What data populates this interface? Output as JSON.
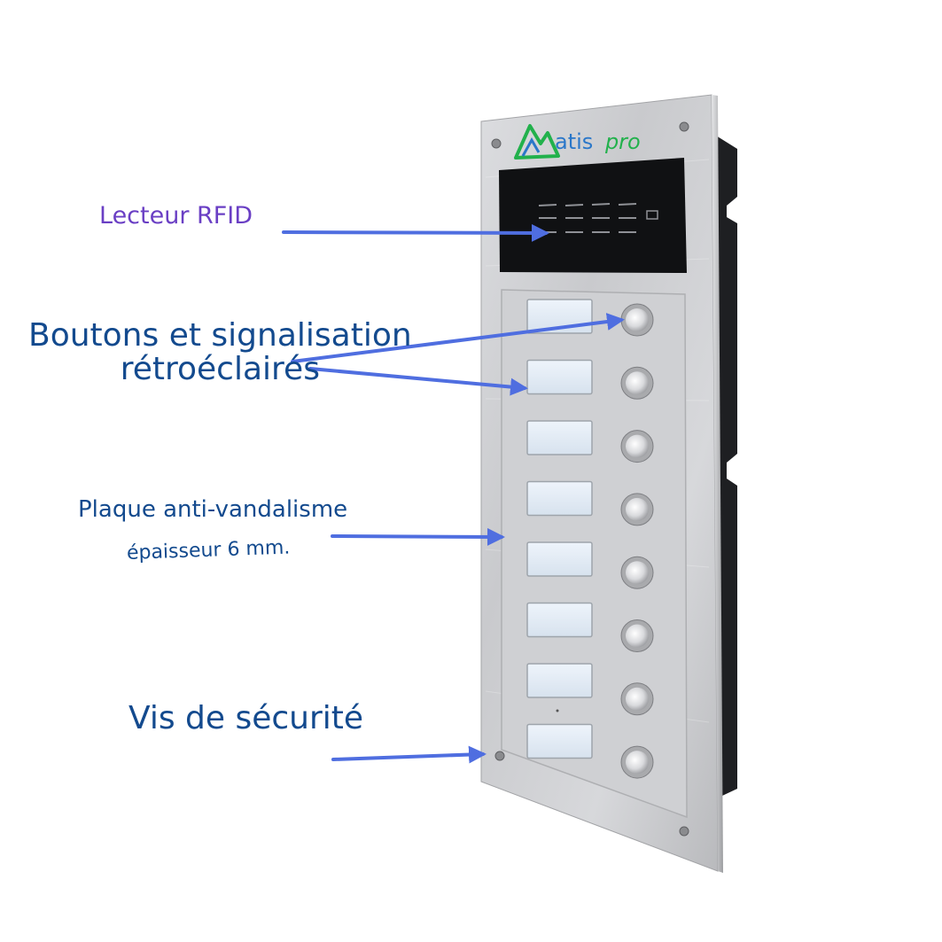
{
  "labels": {
    "rfid": "Lecteur RFID",
    "boutons_line1": "Boutons et signalisation",
    "boutons_line2": "rétroéclairés",
    "plaque_line1": "Plaque anti-vandalisme",
    "plaque_line2": "épaisseur 6 mm.",
    "vis": "Vis de sécurité"
  },
  "logo": {
    "brand": "atis",
    "suffix": "pro"
  },
  "colors": {
    "label_purple": "#6a3fc4",
    "label_blue": "#134a8e",
    "arrow_blue": "#4f6ee0",
    "logo_green": "#22b14c",
    "logo_blue": "#2a77c9"
  },
  "panel": {
    "button_count": 8
  }
}
